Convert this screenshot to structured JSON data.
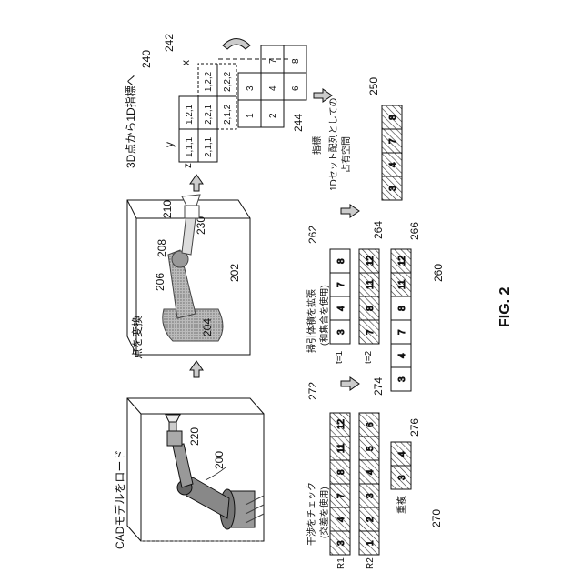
{
  "figure_label": "FIG. 2",
  "panels": {
    "load": {
      "ref": "220",
      "caption": "CADモデルをロード",
      "robot_ref": "200"
    },
    "convert": {
      "ref": "230",
      "caption": "点を変換",
      "labels": [
        "210",
        "208",
        "206",
        "202",
        "204"
      ]
    },
    "index": {
      "ref": "240",
      "caption": "3D点から1D指標へ",
      "grid_ref": "242",
      "index_ref": "244",
      "index_caption": "指標",
      "axes": {
        "x": "x",
        "y": "y",
        "z": "z"
      },
      "front_cells": [
        "1,1,1",
        "1,2,1",
        "2,1,1",
        "2,2,1"
      ],
      "back_cells": [
        "1,2,2",
        "2,2,2",
        "2,1,2"
      ],
      "index_front": [
        "1",
        "2",
        "3",
        "4"
      ],
      "index_back": [
        "7",
        "8",
        "6"
      ]
    },
    "occupancy": {
      "ref": "250",
      "caption_line1": "1Dセット配列としての",
      "caption_line2": "占有空間",
      "cells": [
        "3",
        "4",
        "7",
        "8"
      ]
    },
    "expand": {
      "ref": "260",
      "caption_line1": "掃引体積を拡張",
      "caption_line2": "(和集合を使用)",
      "t1_label": "t=1",
      "t2_label": "t=2",
      "t1_ref": "262",
      "t2_ref": "264",
      "result_ref": "266",
      "t1_cells": [
        "3",
        "4",
        "7",
        "8"
      ],
      "t2_cells": [
        "7",
        "8",
        "11",
        "12"
      ],
      "result_cells": [
        "3",
        "4",
        "7",
        "8",
        "11",
        "12"
      ]
    },
    "interference": {
      "ref": "270",
      "caption_line1": "干渉をチェック",
      "caption_line2": "(交差を使用)",
      "r1_label": "R1",
      "r2_label": "R2",
      "r1_ref": "272",
      "r2_ref": "274",
      "overlap_ref": "276",
      "overlap_caption": "重複",
      "r1_cells": [
        "3",
        "4",
        "7",
        "8",
        "11",
        "12"
      ],
      "r2_cells": [
        "1",
        "2",
        "3",
        "4",
        "5",
        "6"
      ],
      "overlap_cells": [
        "3",
        "4"
      ]
    }
  }
}
